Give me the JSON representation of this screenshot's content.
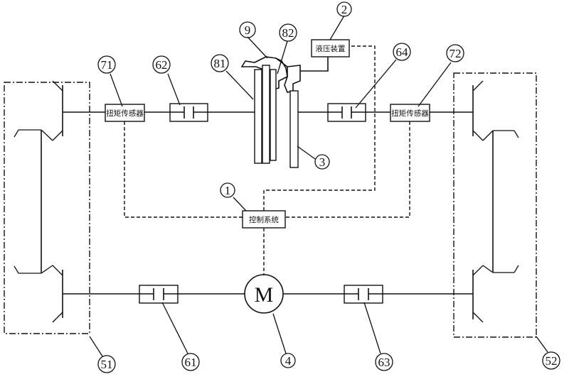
{
  "components": {
    "hydraulic_device": "液压装置",
    "torque_sensor_left": "扭矩传感器",
    "torque_sensor_right": "扭矩传感器",
    "control_system": "控制系统",
    "motor": "M"
  },
  "callouts": {
    "n1": "1",
    "n2": "2",
    "n3": "3",
    "n4": "4",
    "n9": "9",
    "n51": "51",
    "n52": "52",
    "n61": "61",
    "n62": "62",
    "n63": "63",
    "n64": "64",
    "n71": "71",
    "n72": "72",
    "n81": "81",
    "n82": "82"
  }
}
